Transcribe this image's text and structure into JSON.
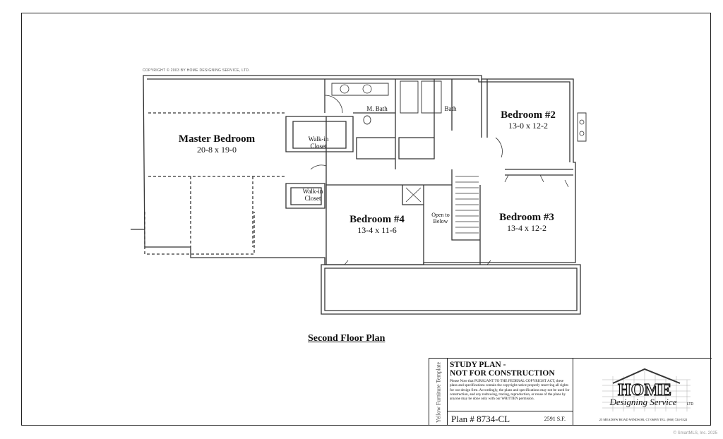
{
  "copyright": "COPYRIGHT © 2003 BY HOME DESIGNING SERVICE, LTD.",
  "rooms": {
    "master": {
      "name": "Master Bedroom",
      "dim": "20-8 x 19-0"
    },
    "bed2": {
      "name": "Bedroom #2",
      "dim": "13-0 x 12-2"
    },
    "bed3": {
      "name": "Bedroom #3",
      "dim": "13-4 x 12-2"
    },
    "bed4": {
      "name": "Bedroom #4",
      "dim": "13-4 x 11-6"
    },
    "mbath": "M. Bath",
    "bath": "Bath",
    "walkin1": "Walk-in Closet",
    "walkin2": "Walk-in Closet",
    "open": "Open to Below"
  },
  "plan_title": "Second Floor Plan",
  "title_block": {
    "side": "Yellow Furniture Template",
    "heading1": "STUDY PLAN -",
    "heading2": "NOT FOR CONSTRUCTION",
    "notice": "Please Note that PURSUANT TO THE FEDERAL COPYRIGHT ACT, these plans and specifications contain the copyright notice properly reserving all rights for our design firm. Accordingly, the plans and specifications may not be used for construction, and any redrawing, tracing, reproduction, or reuse of the plans by anyone may be done only with our WRITTEN permision.",
    "plan_number": "Plan # 8734-CL",
    "sqft": "2591 S.F.",
    "logo_word1": "HOME",
    "logo_word2": "Designing Service",
    "logo_ltd": "LTD",
    "address": "25 MEADOW ROAD   WINDSOR, CT 06095   TEL. (860) 724-5522"
  },
  "watermark": "© SmartMLS, Inc. 2025"
}
